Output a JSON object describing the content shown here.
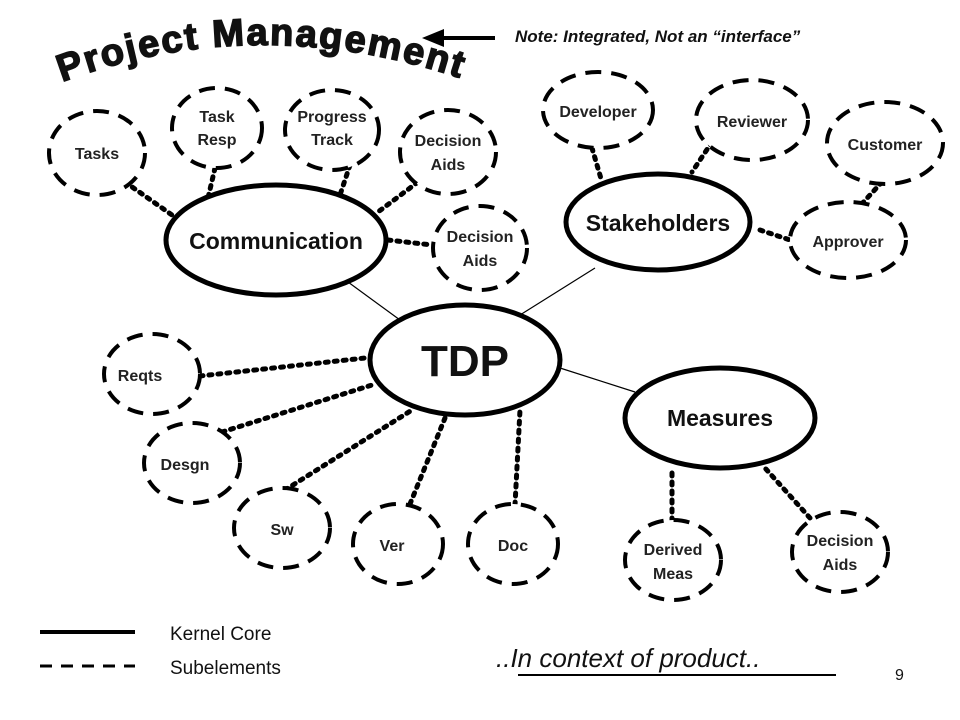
{
  "title": "Project Management",
  "note": "Note: Integrated, Not an “interface”",
  "core_nodes": {
    "tdp": "TDP",
    "communication": "Communication",
    "stakeholders": "Stakeholders",
    "measures": "Measures"
  },
  "communication_subs": {
    "tasks": [
      "Tasks"
    ],
    "task_resp": [
      "Task",
      "Resp"
    ],
    "progress_track": [
      "Progress",
      "Track"
    ],
    "decision_aids_upper": [
      "Decision",
      "Aids"
    ],
    "decision_aids_lower": [
      "Decision",
      "Aids"
    ]
  },
  "stakeholder_subs": {
    "developer": [
      "Developer"
    ],
    "reviewer": [
      "Reviewer"
    ],
    "customer": [
      "Customer"
    ],
    "approver": [
      "Approver"
    ]
  },
  "tdp_subs": {
    "reqts": [
      "Reqts"
    ],
    "desgn": [
      "Desgn"
    ],
    "sw": [
      "Sw"
    ],
    "ver": [
      "Ver"
    ],
    "doc": [
      "Doc"
    ]
  },
  "measures_subs": {
    "derived_meas": [
      "Derived",
      "Meas"
    ],
    "decision_aids": [
      "Decision",
      "Aids"
    ]
  },
  "legend": {
    "kernel_core": "Kernel Core",
    "subelements": "Subelements"
  },
  "context_text": "..In context of product..",
  "page_number": "9"
}
